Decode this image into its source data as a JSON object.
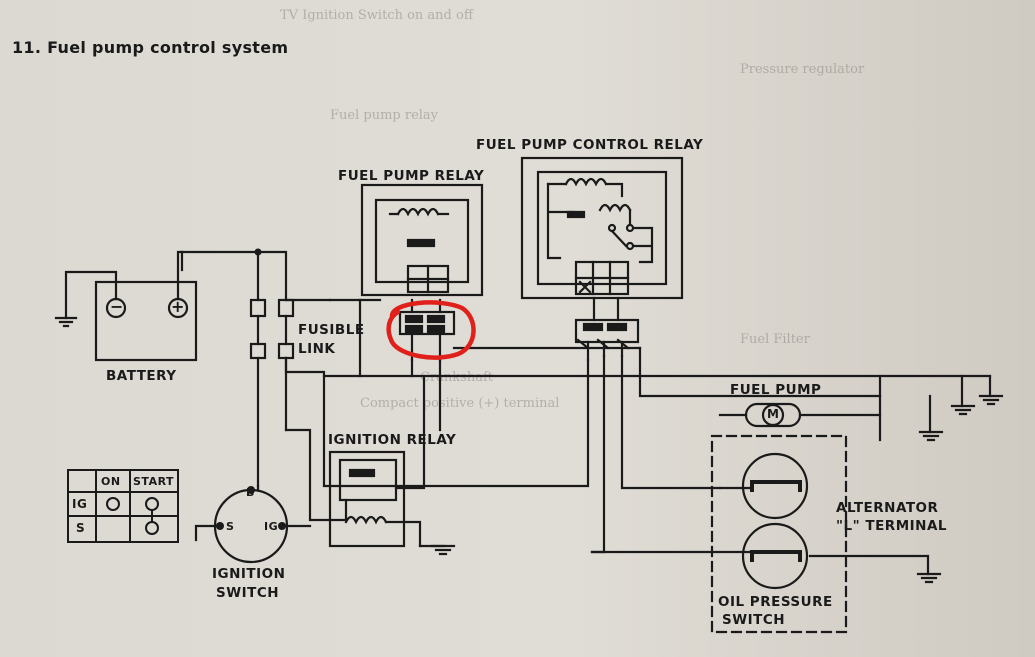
{
  "title": "11. Fuel pump control system",
  "labels": {
    "fuel_pump_relay": "FUEL PUMP RELAY",
    "fuel_pump_control_relay": "FUEL PUMP CONTROL RELAY",
    "fusible_link_1": "FUSIBLE",
    "fusible_link_2": "LINK",
    "battery": "BATTERY",
    "ignition_relay": "IGNITION RELAY",
    "ignition_switch_1": "IGNITION",
    "ignition_switch_2": "SWITCH",
    "fuel_pump": "FUEL PUMP",
    "alternator_1": "ALTERNATOR",
    "alternator_2": "\"L\" TERMINAL",
    "oil_pressure_1": "OIL PRESSURE",
    "oil_pressure_2": "SWITCH"
  },
  "battery_terminals": {
    "neg": "⊖",
    "pos": "⊕"
  },
  "ignition_terminals": {
    "b": "B",
    "s": "S",
    "ig": "IG"
  },
  "switch_table": {
    "headers": [
      "",
      "ON",
      "START"
    ],
    "rows": [
      "IG",
      "S"
    ]
  },
  "motor_label": "M",
  "highlight_color": "#e0201a",
  "line_color": "#1a1a1a",
  "ghost_text": [
    "TV Ignition Switch on and off",
    "Fuel pump relay",
    "Crankshaft",
    "Pressure regulator",
    "Fuel Filter",
    "Compact positive (+) terminal"
  ]
}
